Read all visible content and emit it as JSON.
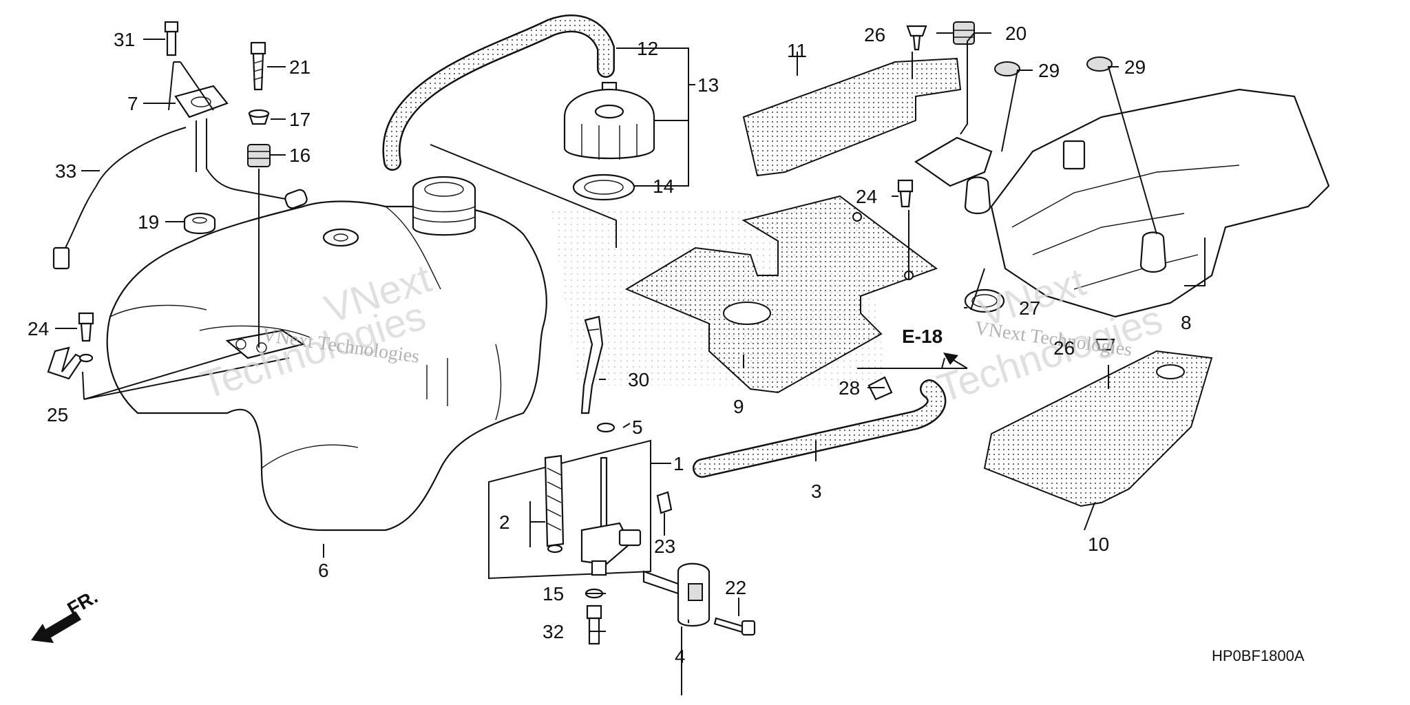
{
  "labels": {
    "p1": "1",
    "p2": "2",
    "p3": "3",
    "p4": "4",
    "p5": "5",
    "p6": "6",
    "p7": "7",
    "p8": "8",
    "p9": "9",
    "p10": "10",
    "p11": "11",
    "p12": "12",
    "p13": "13",
    "p14": "14",
    "p15": "15",
    "p16": "16",
    "p17": "17",
    "p19": "19",
    "p20": "20",
    "p21": "21",
    "p22": "22",
    "p23": "23",
    "p24a": "24",
    "p24b": "24",
    "p25": "25",
    "p26a": "26",
    "p26b": "26",
    "p27": "27",
    "p28": "28",
    "p29a": "29",
    "p29b": "29",
    "p30": "30",
    "p31": "31",
    "p32": "32",
    "p33": "33"
  },
  "reference": "E-18",
  "front_label": "FR.",
  "diagram_code": "HP0BF1800A",
  "watermarks": {
    "brand_big": "VNext",
    "brand_sub": "Technologies",
    "brand_line": "VNext Technologies"
  }
}
